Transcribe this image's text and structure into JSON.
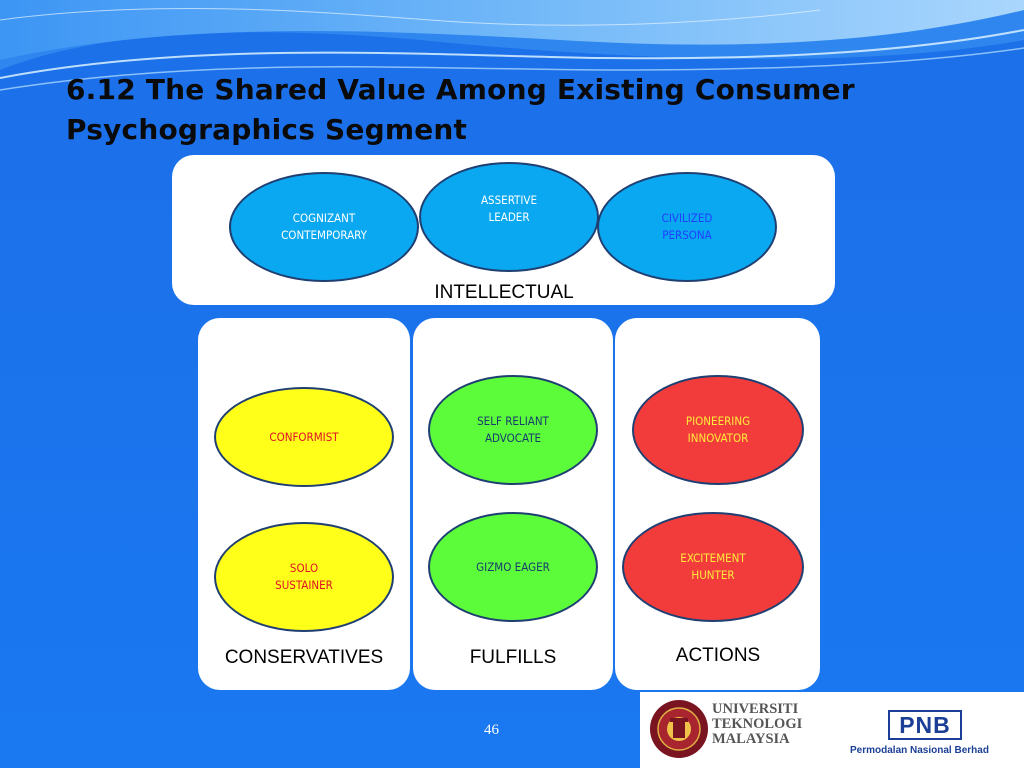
{
  "slide": {
    "title_line1": "6.12  The Shared Value Among Existing Consumer",
    "title_line2": "Psychographics Segment",
    "page_number": "46"
  },
  "diagram": {
    "intellectual": {
      "label": "INTELLECTUAL",
      "items": [
        {
          "line1": "COGNIZANT",
          "line2": "CONTEMPORARY"
        },
        {
          "line1": "ASSERTIVE",
          "line2": "LEADER"
        },
        {
          "line1": "CIVILIZED",
          "line2": "PERSONA"
        }
      ]
    },
    "conservatives": {
      "label": "CONSERVATIVES",
      "items": [
        {
          "line1": "CONFORMIST",
          "line2": ""
        },
        {
          "line1": "SOLO",
          "line2": "SUSTAINER"
        }
      ]
    },
    "fulfills": {
      "label": "FULFILLS",
      "items": [
        {
          "line1": "SELF RELIANT",
          "line2": "ADVOCATE"
        },
        {
          "line1": "GIZMO EAGER",
          "line2": ""
        }
      ]
    },
    "actions": {
      "label": "ACTIONS",
      "items": [
        {
          "line1": "PIONEERING",
          "line2": "INNOVATOR"
        },
        {
          "line1": "EXCITEMENT",
          "line2": "HUNTER"
        }
      ]
    }
  },
  "logos": {
    "utm_line1": "UNIVERSITI",
    "utm_line2": "TEKNOLOGI",
    "utm_line3": "MALAYSIA",
    "pnb_mark": "PNB",
    "pnb_name": "Permodalan Nasional Berhad"
  },
  "colors": {
    "background": "#1a73ee",
    "blue_ellipse": "#0aa8f0",
    "yellow_ellipse": "#ffff1a",
    "green_ellipse": "#5dfc3a",
    "red_ellipse": "#f23c3c"
  }
}
